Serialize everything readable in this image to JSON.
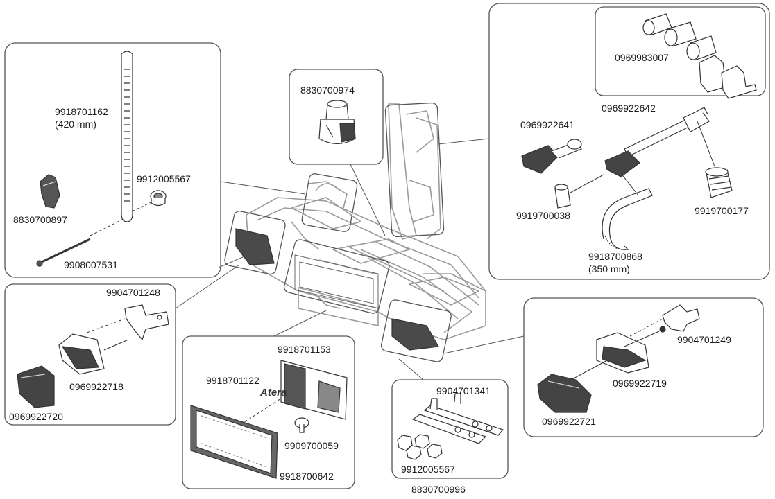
{
  "parts": {
    "strap_long": "9918701162",
    "strap_long_len": "(420 mm)",
    "cap": "9912005567",
    "clip": "8830700897",
    "bolt": "9908007531",
    "knob": "8830700974",
    "lock_cylinders": "0969983007",
    "arm": "0969922642",
    "clamp": "0969922641",
    "rubber": "9919700038",
    "strap_short": "9918700868",
    "strap_short_len": "(350 mm)",
    "knob_ring": "9919700177",
    "bracket_left": "9904701248",
    "lamp_left": "0969922718",
    "lens_left": "0969922720",
    "plate_holder": "9918701153",
    "plate_clip": "9918701122",
    "fastener": "9909700059",
    "plate_frame": "9918700642",
    "bracket_mid": "9904701341",
    "nuts": "9912005567",
    "plate_set": "8830700996",
    "bracket_right": "9904701249",
    "lamp_right": "0969922719",
    "lens_right": "0969922721"
  },
  "brand_logo_text": "Atera",
  "colors": {
    "line": "#333333",
    "light_line": "#9a9a9a",
    "panel": "#555555",
    "dark_fill": "#4a4a4a"
  }
}
